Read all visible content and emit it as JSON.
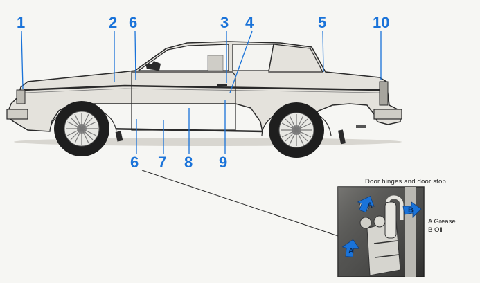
{
  "callouts": [
    {
      "id": "c1",
      "label": "1"
    },
    {
      "id": "c2",
      "label": "2"
    },
    {
      "id": "c6a",
      "label": "6"
    },
    {
      "id": "c3",
      "label": "3"
    },
    {
      "id": "c4",
      "label": "4"
    },
    {
      "id": "c5",
      "label": "5"
    },
    {
      "id": "c10",
      "label": "10"
    },
    {
      "id": "c6b",
      "label": "6"
    },
    {
      "id": "c7",
      "label": "7"
    },
    {
      "id": "c8",
      "label": "8"
    },
    {
      "id": "c9",
      "label": "9"
    }
  ],
  "detail": {
    "caption": "Door hinges and door stop",
    "markers": {
      "a": "A",
      "b": "B"
    },
    "legend": [
      {
        "letter": "A",
        "text": "Grease"
      },
      {
        "letter": "B",
        "text": "Oil"
      }
    ]
  },
  "colors": {
    "callout_blue": "#1a73d9",
    "car_body": "#e4e2dc",
    "car_outline": "#2a2a2a",
    "tire": "#1e1e1e"
  }
}
